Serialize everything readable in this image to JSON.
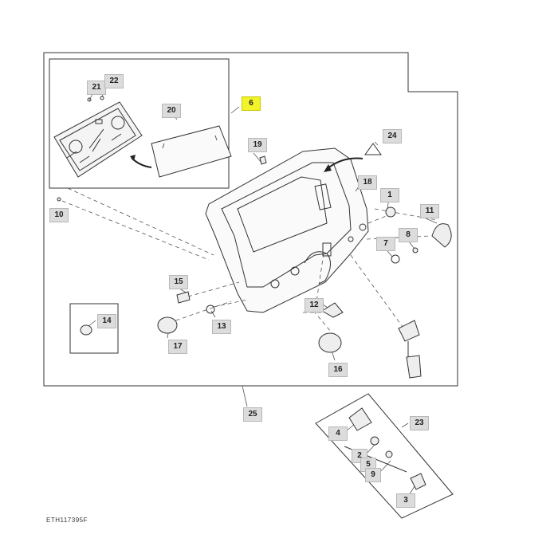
{
  "labels": {
    "l1": "1",
    "l2": "2",
    "l3": "3",
    "l4": "4",
    "l5": "5",
    "l6": "6",
    "l7": "7",
    "l8": "8",
    "l9": "9",
    "l10": "10",
    "l11": "11",
    "l12": "12",
    "l13": "13",
    "l14": "14",
    "l15": "15",
    "l16": "16",
    "l17": "17",
    "l18": "18",
    "l19": "19",
    "l20": "20",
    "l21": "21",
    "l22": "22",
    "l23": "23",
    "l24": "24",
    "l25": "25"
  },
  "highlight_color": "#f3f32a",
  "label_color": "#dcdcdc",
  "footer": "ETH117395F"
}
